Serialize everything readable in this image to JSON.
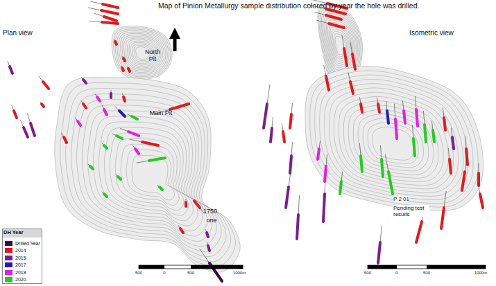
{
  "diagram": {
    "title": "Map of Pinion Metallurgy sample distribution colored by year the hole was drilled.",
    "labels": [
      "Plan view",
      "North Pit",
      "Main Pit",
      "1750",
      "one",
      "Isometric view",
      "P 2 01",
      "Pending test results",
      "DH Year",
      "500",
      "0",
      "500",
      "1000m",
      "500",
      "0",
      "500",
      "1000m"
    ],
    "legend": [
      {
        "text": "Drilled Year",
        "color": "#3a0a40"
      },
      {
        "text": "2014",
        "color": "#e31a1c"
      },
      {
        "text": "2015",
        "color": "#7a1f8a"
      },
      {
        "text": "2017",
        "color": "#2020b0"
      },
      {
        "text": "2018",
        "color": "#e020e0"
      },
      {
        "text": "2020",
        "color": "#22cc22"
      }
    ]
  }
}
